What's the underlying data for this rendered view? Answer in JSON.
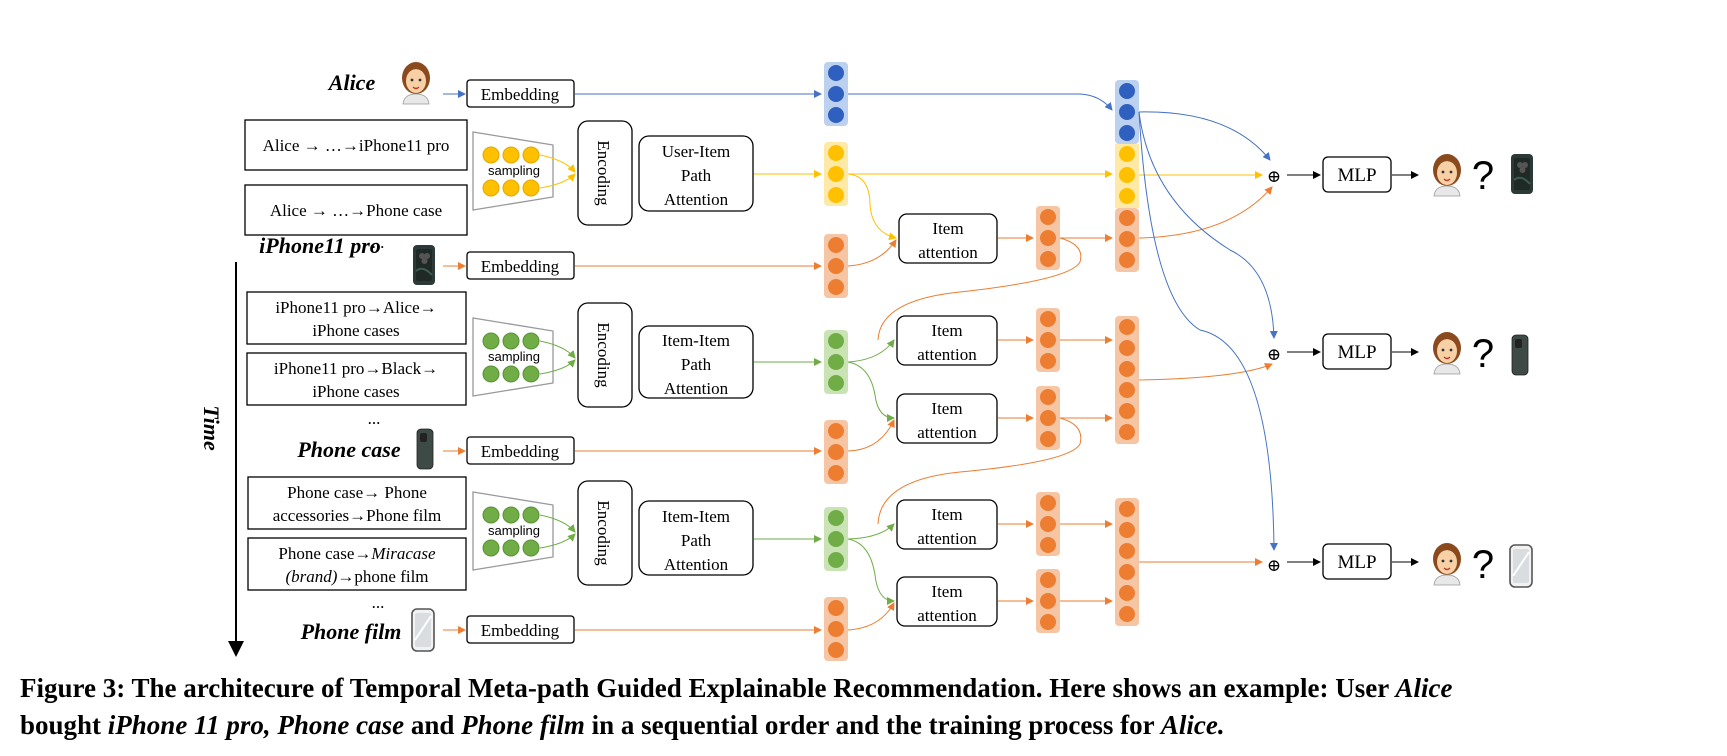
{
  "users": {
    "alice": "Alice",
    "iphone": "iPhone11 pro",
    "case": "Phone case",
    "film": "Phone film"
  },
  "time_label": "Time",
  "embedding_label": "Embedding",
  "sampling_label": "sampling",
  "encoding_label": "Encoding",
  "ellipsis": "...",
  "paths": {
    "alice1": "Alice → …→iPhone11 pro",
    "alice2": "Alice → …→Phone case",
    "ip1a": "iPhone11 pro→Alice→",
    "ip1b": "iPhone cases",
    "ip2a": "iPhone11 pro→Black→",
    "ip2b": "iPhone cases",
    "pc1a": "Phone case→ Phone",
    "pc1b": "accessories→Phone film",
    "pc2a": "Phone case→",
    "pc2a_it": "Miracase",
    "pc2b_it": "(brand)",
    "pc2b": "→phone film"
  },
  "attention": {
    "ui1": "User-Item",
    "ui2": "Path",
    "ui3": "Attention",
    "ii1": "Item-Item",
    "ii2": "Path",
    "ii3": "Attention",
    "item1": "Item",
    "item2": "attention"
  },
  "mlp_label": "MLP",
  "plus_symbol": "⊕",
  "question_mark": "?",
  "caption": {
    "p1": "Figure 3: The architecure of Temporal Meta-path Guided Explainable Recommendation. Here shows an example: User ",
    "i1": "Alice",
    "p2": "bought ",
    "i2": "iPhone 11 pro, Phone case",
    "p3": " and ",
    "i3": "Phone film",
    "p4": " in a sequential order and the training process for ",
    "i4": "Alice."
  },
  "colors": {
    "blue": "#4472c4",
    "blueFill": "#2f5fbf",
    "blueBg": "#bcd1ef",
    "yellow": "#ffc000",
    "yellowBg": "#ffe9a6",
    "orange": "#ed7d31",
    "orangeBg": "#f6c6a4",
    "green": "#70ad47",
    "greenBg": "#c9e3b5"
  },
  "icons": [
    "user-avatar-icon",
    "iphone-icon",
    "phone-case-icon",
    "phone-film-icon"
  ]
}
